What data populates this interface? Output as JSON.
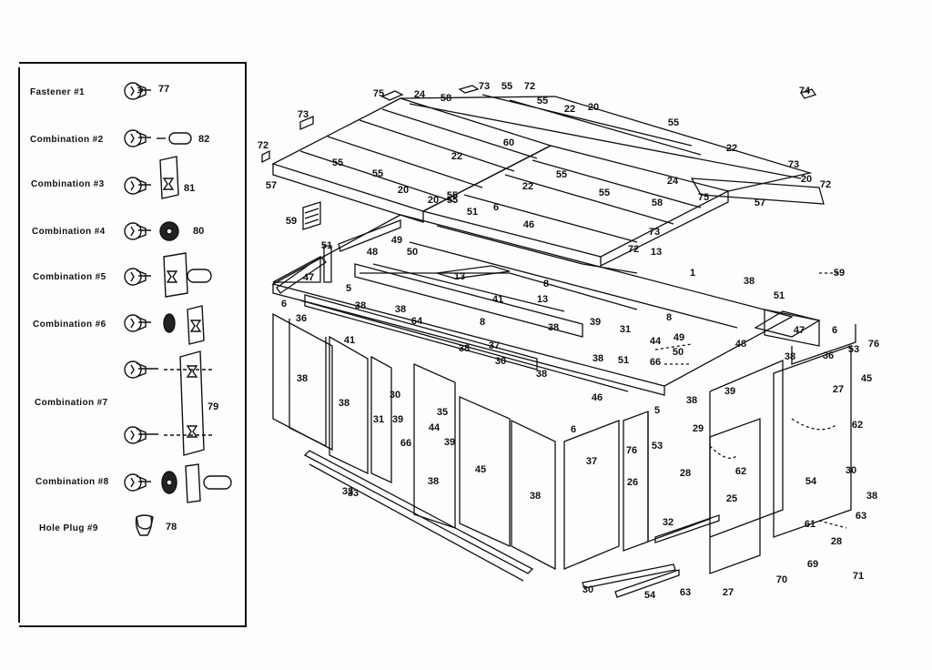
{
  "legend": {
    "items": [
      {
        "label": "Fastener #1",
        "part": "77"
      },
      {
        "label": "Combination #2",
        "part": "82"
      },
      {
        "label": "Combination #3",
        "part": "81"
      },
      {
        "label": "Combination #4",
        "part": "80"
      },
      {
        "label": "Combination #5",
        "part": ""
      },
      {
        "label": "Combination #6",
        "part": ""
      },
      {
        "label": "Combination #7",
        "part": "79"
      },
      {
        "label": "Combination #8",
        "part": ""
      },
      {
        "label": "Hole  Plug  #9",
        "part": "78"
      }
    ]
  },
  "callouts": [
    "75",
    "24",
    "58",
    "73",
    "55",
    "72",
    "55",
    "22",
    "20",
    "55",
    "74",
    "73",
    "72",
    "55",
    "55",
    "22",
    "60",
    "22",
    "57",
    "55",
    "20",
    "22",
    "55",
    "55",
    "24",
    "73",
    "20",
    "72",
    "20",
    "55",
    "75",
    "57",
    "51",
    "6",
    "46",
    "58",
    "59",
    "49",
    "73",
    "72",
    "13",
    "51",
    "48",
    "50",
    "13",
    "1",
    "59",
    "47",
    "8",
    "38",
    "51",
    "5",
    "38",
    "41",
    "13",
    "8",
    "6",
    "36",
    "38",
    "64",
    "8",
    "38",
    "39",
    "31",
    "47",
    "6",
    "41",
    "38",
    "37",
    "38",
    "44",
    "49",
    "48",
    "53",
    "76",
    "50",
    "30",
    "66",
    "38",
    "36",
    "45",
    "33",
    "38",
    "51",
    "27",
    "38",
    "38",
    "31",
    "30",
    "35",
    "46",
    "38",
    "39",
    "62",
    "39",
    "44",
    "5",
    "29",
    "6",
    "66",
    "39",
    "76",
    "53",
    "28",
    "62",
    "37",
    "30",
    "38",
    "45",
    "26",
    "54",
    "38",
    "38",
    "25",
    "61",
    "63",
    "33",
    "32",
    "28",
    "69",
    "71",
    "70",
    "30",
    "54",
    "63",
    "27"
  ]
}
